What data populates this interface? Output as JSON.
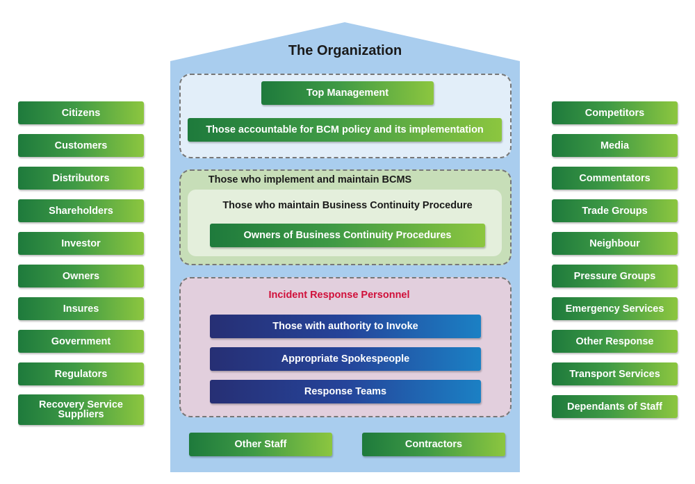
{
  "title": "The Organization",
  "left_items": [
    "Citizens",
    "Customers",
    "Distributors",
    "Shareholders",
    "Investor",
    "Owners",
    "Insures",
    "Government",
    "Regulators",
    "Recovery Service Suppliers"
  ],
  "right_items": [
    "Competitors",
    "Media",
    "Commentators",
    "Trade Groups",
    "Neighbour",
    "Pressure Groups",
    "Emergency Services",
    "Other Response",
    "Transport Services",
    "Dependants of Staff"
  ],
  "top_section": {
    "top_management": "Top Management",
    "accountable": "Those accountable for BCM policy and its implementation"
  },
  "middle_section": {
    "label": "Those who implement and maintain BCMS",
    "inner_label": "Those who maintain Business Continuity Procedure",
    "owners": "Owners of Business Continuity Procedures"
  },
  "incident_section": {
    "label": "Incident Response Personnel",
    "items": [
      "Those with authority to Invoke",
      "Appropriate Spokespeople",
      "Response Teams"
    ]
  },
  "bottom": {
    "other_staff": "Other Staff",
    "contractors": "Contractors"
  },
  "colors": {
    "house": "#a9cdee",
    "top_panel": "#e2eef9",
    "middle_panel": "#c7deb8",
    "middle_inner": "#e4efdc",
    "incident_panel": "#e2cfdd",
    "incident_label": "#d0103a"
  }
}
